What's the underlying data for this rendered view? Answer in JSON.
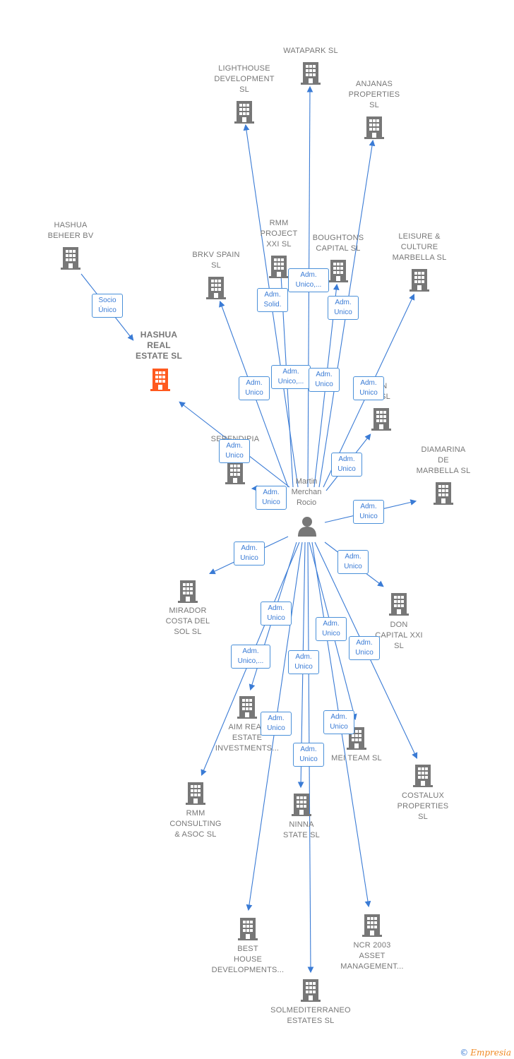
{
  "person": {
    "name": "Martin\nMerchan\nRocio",
    "icon": "person-icon"
  },
  "focus_company": {
    "name": "HASHUA\nREAL\nESTATE  SL",
    "color": "#ff5a1f"
  },
  "companies": [
    {
      "id": "watapark",
      "name": "WATAPARK  SL"
    },
    {
      "id": "lighthouse",
      "name": "LIGHTHOUSE\nDEVELOPMENT\nSL"
    },
    {
      "id": "anjanas",
      "name": "ANJANAS\nPROPERTIES\nSL"
    },
    {
      "id": "hashua-beheer",
      "name": "HASHUA\nBEHEER BV"
    },
    {
      "id": "rmm-project",
      "name": "RMM\nPROJECT\nXXI  SL"
    },
    {
      "id": "boughtons",
      "name": "BOUGHTONS\nCAPITAL  SL"
    },
    {
      "id": "leisure",
      "name": "LEISURE &\nCULTURE\nMARBELLA  SL"
    },
    {
      "id": "brkv",
      "name": "BRKV SPAIN\nSL"
    },
    {
      "id": "don-g",
      "name": "ON\nG  SL"
    },
    {
      "id": "serendipia",
      "name": "SERENDIPIA\nMA      SL"
    },
    {
      "id": "diamarina",
      "name": "DIAMARINA\nDE\nMARBELLA  SL"
    },
    {
      "id": "mirador",
      "name": "MIRADOR\nCOSTA DEL\nSOL  SL"
    },
    {
      "id": "don-capital",
      "name": "DON\nCAPITAL XXI\nSL"
    },
    {
      "id": "aim",
      "name": "AIM REAL\nESTATE\nINVESTMENTS..."
    },
    {
      "id": "mei",
      "name": "MEI TEAM  SL"
    },
    {
      "id": "costalux",
      "name": "COSTALUX\nPROPERTIES\nSL"
    },
    {
      "id": "rmm-consulting",
      "name": "RMM\nCONSULTING\n& ASOC  SL"
    },
    {
      "id": "ninna",
      "name": "NINNA\nSTATE  SL"
    },
    {
      "id": "best-house",
      "name": "BEST\nHOUSE\nDEVELOPMENTS..."
    },
    {
      "id": "ncr",
      "name": "NCR 2003\nASSET\nMANAGEMENT..."
    },
    {
      "id": "solmed",
      "name": "SOLMEDITERRANEO\nESTATES  SL"
    }
  ],
  "edge_labels": [
    {
      "id": "socio",
      "text": "Socio\nÚnico"
    },
    {
      "id": "e-serendipia",
      "text": "Adm.\nUnico"
    },
    {
      "id": "e-serendipia2",
      "text": "Adm.\nUnico"
    },
    {
      "id": "e-brkv",
      "text": "Adm.\nUnico"
    },
    {
      "id": "e-rmm-project",
      "text": "Adm.\nSolid."
    },
    {
      "id": "e-rmm-project2",
      "text": "Adm.\nUnico,..."
    },
    {
      "id": "e-lighthouse",
      "text": "Adm.\nUnico,..."
    },
    {
      "id": "e-watapark",
      "text": "Adm.\nUnico"
    },
    {
      "id": "e-boughtons",
      "text": "Adm.\nUnico"
    },
    {
      "id": "e-leisure",
      "text": "Adm.\nUnico"
    },
    {
      "id": "e-don-g",
      "text": "Adm.\nUnico"
    },
    {
      "id": "e-diamarina",
      "text": "Adm.\nUnico"
    },
    {
      "id": "e-mirador",
      "text": "Adm.\nUnico"
    },
    {
      "id": "e-don-capital",
      "text": "Adm.\nUnico"
    },
    {
      "id": "e-aim",
      "text": "Adm.\nUnico"
    },
    {
      "id": "e-rmm-consulting",
      "text": "Adm.\nUnico,..."
    },
    {
      "id": "e-ninna",
      "text": "Adm.\nUnico"
    },
    {
      "id": "e-mei",
      "text": "Adm.\nUnico"
    },
    {
      "id": "e-costalux",
      "text": "Adm.\nUnico"
    },
    {
      "id": "e-best-house",
      "text": "Adm.\nUnico"
    },
    {
      "id": "e-ncr",
      "text": "Adm.\nUnico"
    },
    {
      "id": "e-solmed",
      "text": "Adm.\nUnico"
    }
  ],
  "colors": {
    "edge": "#3a7bd5",
    "building": "#777777",
    "focus": "#ff5a1f"
  },
  "footer": {
    "copyright": "©",
    "brand": "Empresia"
  }
}
